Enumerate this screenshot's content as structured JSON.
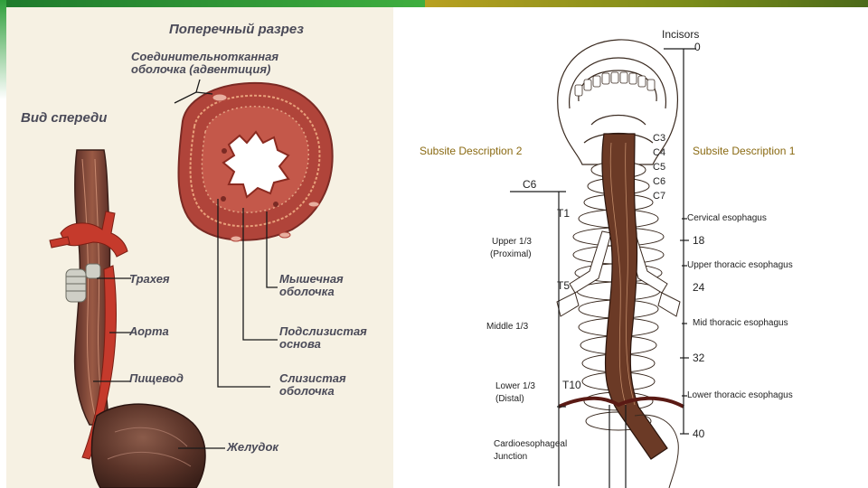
{
  "theme": {
    "accent_green": "#2e9e3a",
    "accent_olive": "#6d8a1c",
    "accent_yellow": "#c9a21a",
    "ru_label_color": "#4a4a58",
    "sub_label_color": "#8a6a12"
  },
  "left_panel": {
    "title_cross_section": "Поперечный разрез",
    "title_front_view": "Вид спереди",
    "adventitia_line1": "Соединительнотканная",
    "adventitia_line2": "оболочка (адвентиция)",
    "trachea": "Трахея",
    "aorta": "Аорта",
    "esophagus": "Пищевод",
    "muscular_line1": "Мышечная",
    "muscular_line2": "оболочка",
    "submucosa_line1": "Подслизистая",
    "submucosa_line2": "основа",
    "mucosa_line1": "Слизистая",
    "mucosa_line2": "оболочка",
    "stomach": "Желудок"
  },
  "right_panel": {
    "incisors": "Incisors",
    "distance_0": "0",
    "distance_18": "18",
    "distance_24": "24",
    "distance_32": "32",
    "distance_40": "40",
    "subsite_desc_2": "Subsite Description 2",
    "subsite_desc_1": "Subsite Description 1",
    "vertebra_c3": "C3",
    "vertebra_c4": "C4",
    "vertebra_c5": "C5",
    "vertebra_c6": "C6",
    "vertebra_c7": "C7",
    "marker_c6": "C6",
    "vertebra_t1": "T1",
    "vertebra_t5": "T5",
    "vertebra_t10": "T10",
    "cervical": "Cervical esophagus",
    "upper_thoracic": "Upper thoracic esophagus",
    "mid_thoracic": "Mid thoracic esophagus",
    "lower_thoracic": "Lower thoracic esophagus",
    "upper_third_line1": "Upper 1/3",
    "upper_third_line2": "(Proximal)",
    "middle_third": "Middle 1/3",
    "lower_third_line1": "Lower 1/3",
    "lower_third_line2": "(Distal)",
    "gej_line1": "Cardioesophageal",
    "gej_line2": "Junction"
  }
}
